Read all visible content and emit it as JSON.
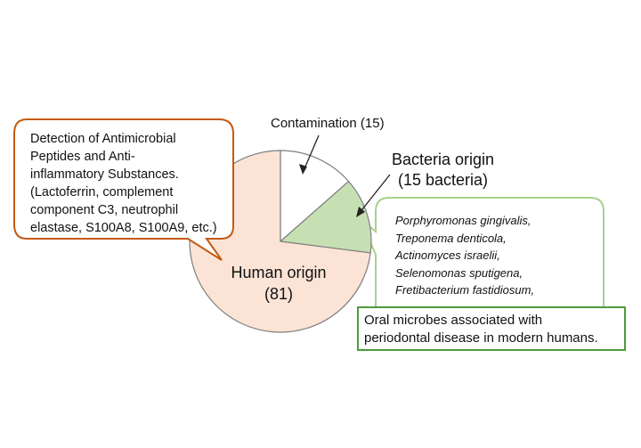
{
  "chart_data": {
    "type": "pie",
    "slices": [
      {
        "label": "Contamination (15)",
        "value": 15,
        "color": "#ffffff"
      },
      {
        "label": "Bacteria origin (15 bacteria)",
        "value": 15,
        "color": "#c6e0b4"
      },
      {
        "label": "Human origin (81)",
        "value": 81,
        "color": "#fbe3d6"
      }
    ],
    "edge_color": "#7f7f7f"
  },
  "labels": {
    "contamination": "Contamination (15)",
    "bacteria_line1": "Bacteria origin",
    "bacteria_line2": "(15 bacteria)",
    "human_line1": "Human origin",
    "human_line2": "(81)"
  },
  "left_callout": {
    "lines": [
      "Detection of Antimicrobial",
      "Peptides and Anti-",
      "inflammatory Substances.",
      "(Lactoferrin, complement",
      "component C3, neutrophil",
      "elastase, S100A8, S100A9, etc.)"
    ],
    "border_color": "#c55a11"
  },
  "right_callout": {
    "species": [
      "Porphyromonas gingivalis,",
      "Treponema denticola,",
      "Actinomyces israelii,",
      "Selenomonas sputigena,",
      "Fretibacterium fastidiosum,"
    ],
    "border_color": "#a9d18e"
  },
  "summary_box": {
    "line1": "Oral microbes associated with",
    "line2": "periodontal disease in modern humans.",
    "border_color": "#4e9a3a"
  }
}
